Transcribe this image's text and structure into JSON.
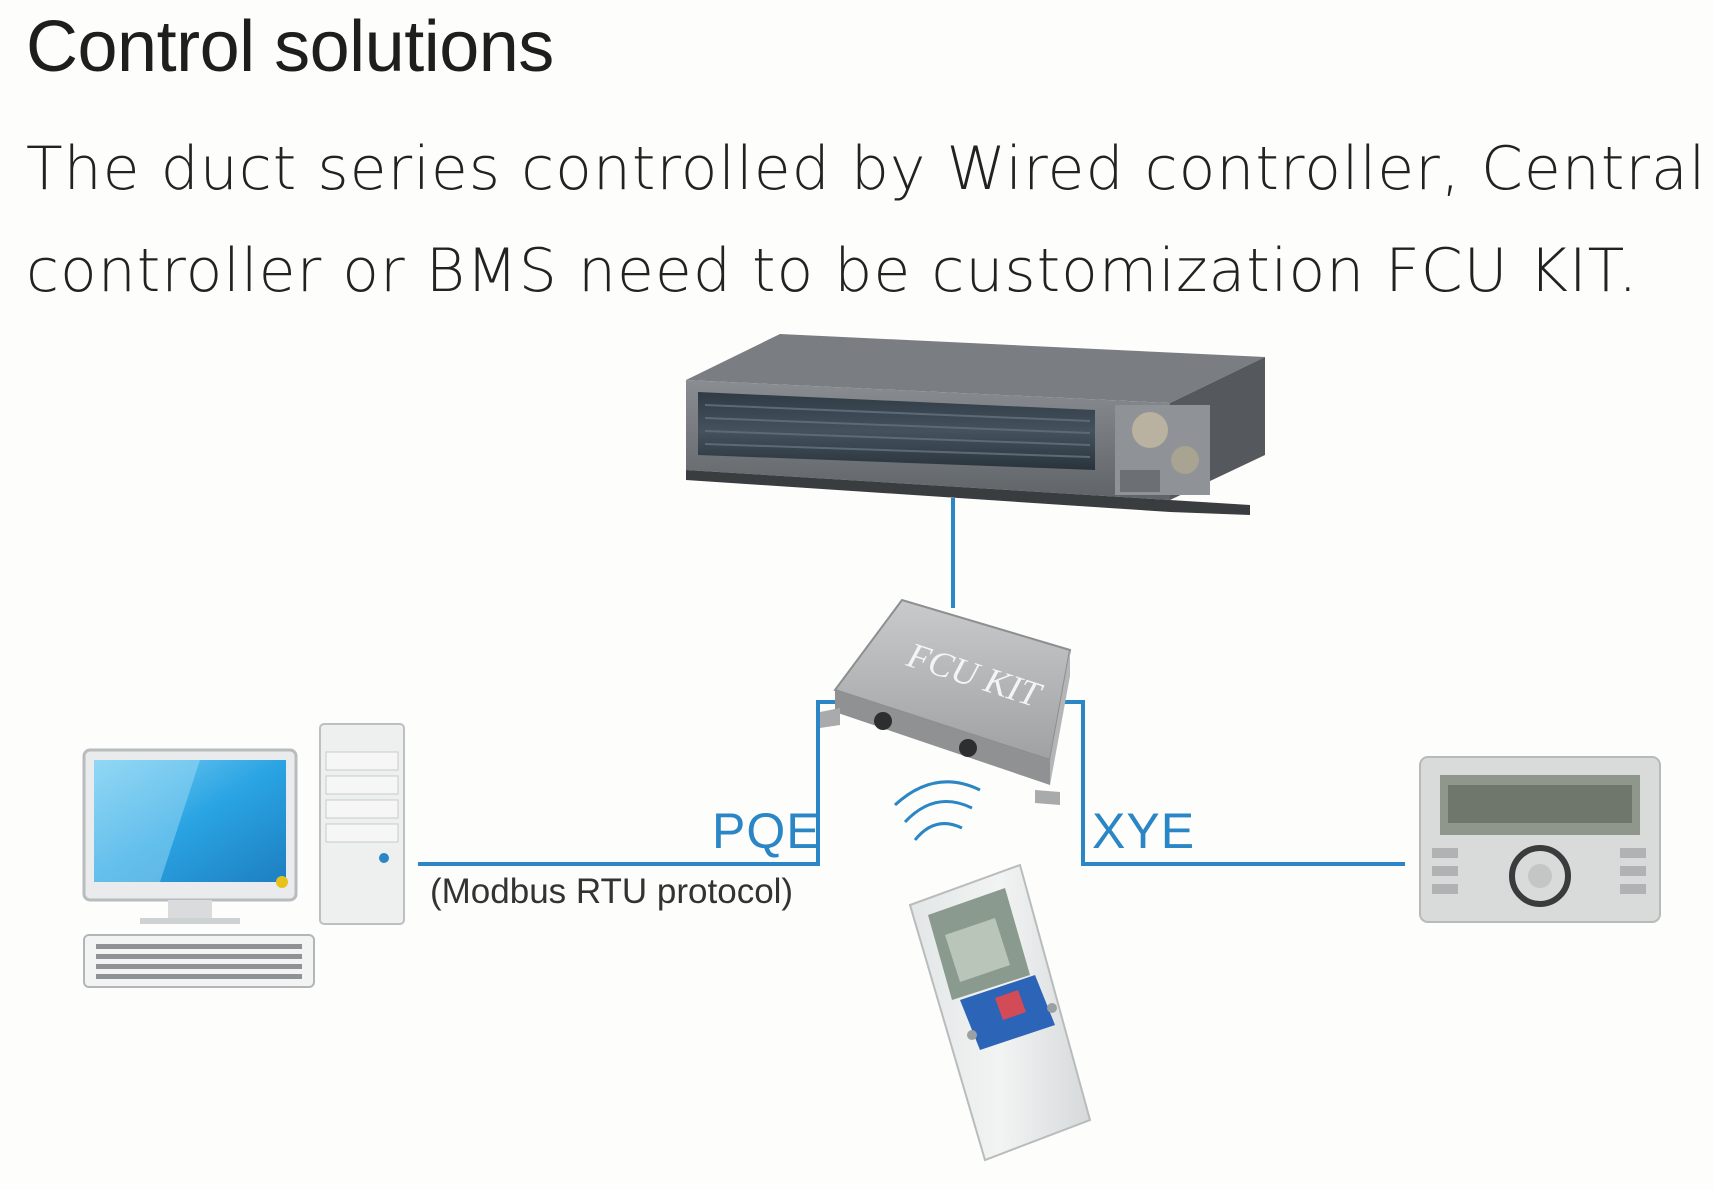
{
  "heading": "Control solutions",
  "description": {
    "line1": "The duct series controlled by Wired controller, Central",
    "line2": "controller or BMS need to be customization FCU KIT."
  },
  "devices": {
    "duct_unit": "duct-unit-icon",
    "fcu_kit_label": "FCU KIT",
    "computer": "desktop-computer-icon",
    "remote": "remote-controller-icon",
    "wired_controller": "wired-controller-icon"
  },
  "connections": {
    "left_label": "PQE",
    "left_protocol": "(Modbus RTU protocol)",
    "right_label": "XYE"
  },
  "colors": {
    "line": "#2a86c4",
    "label": "#2a86c4"
  }
}
